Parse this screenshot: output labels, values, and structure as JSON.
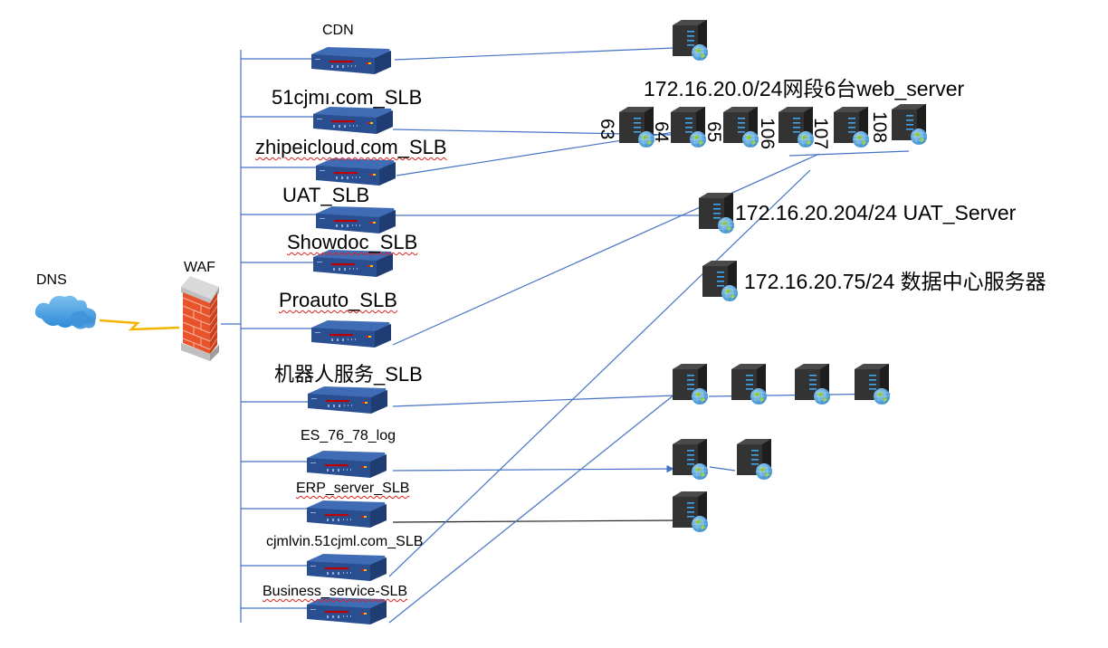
{
  "diagram": {
    "colors": {
      "link": "#4472c4",
      "link_dark": "#000000",
      "router_body": "#2f5597",
      "router_top": "#3f6cb5",
      "router_strip": "#c00000",
      "server_body": "#3a3a3a",
      "server_side": "#222222",
      "server_led": "#41a5ee",
      "globe": "#4aa3df",
      "globe_land": "#8cc63f",
      "cloud": "#4a9fe0",
      "firewall_brick": "#e8532b",
      "firewall_cap": "#c8c8c8",
      "bolt": "#f5b400",
      "spellcheck": "#e02020"
    },
    "dns": {
      "label": "DNS",
      "icon": "cloud-icon"
    },
    "waf": {
      "label": "WAF",
      "icon": "firewall-icon"
    },
    "load_balancers": [
      {
        "id": "cdn",
        "label": "CDN"
      },
      {
        "id": "51cjml",
        "label": "51cjmı.com_SLB"
      },
      {
        "id": "zhipeicloud",
        "label": "zhipeicloud.com_SLB"
      },
      {
        "id": "uat",
        "label": "UAT_SLB"
      },
      {
        "id": "showdoc",
        "label": "Showdoc_SLB"
      },
      {
        "id": "proauto",
        "label": "Proauto_SLB"
      },
      {
        "id": "robot",
        "label": "机器人服务_SLB"
      },
      {
        "id": "es",
        "label": "ES_76_78_log"
      },
      {
        "id": "erp",
        "label": "ERP_server_SLB"
      },
      {
        "id": "cjmlvin",
        "label": "cjmlvin.51cjml.com_SLB"
      },
      {
        "id": "business",
        "label": "Business_service-SLB"
      }
    ],
    "server_groups": {
      "web_group_label": "172.16.20.0/24网段6台web_server",
      "web_servers": [
        "63",
        "64",
        "65",
        "106",
        "107",
        "108"
      ],
      "uat_server_label": "172.16.20.204/24 UAT_Server",
      "datacenter_label": "172.16.20.75/24 数据中心服务器"
    }
  }
}
